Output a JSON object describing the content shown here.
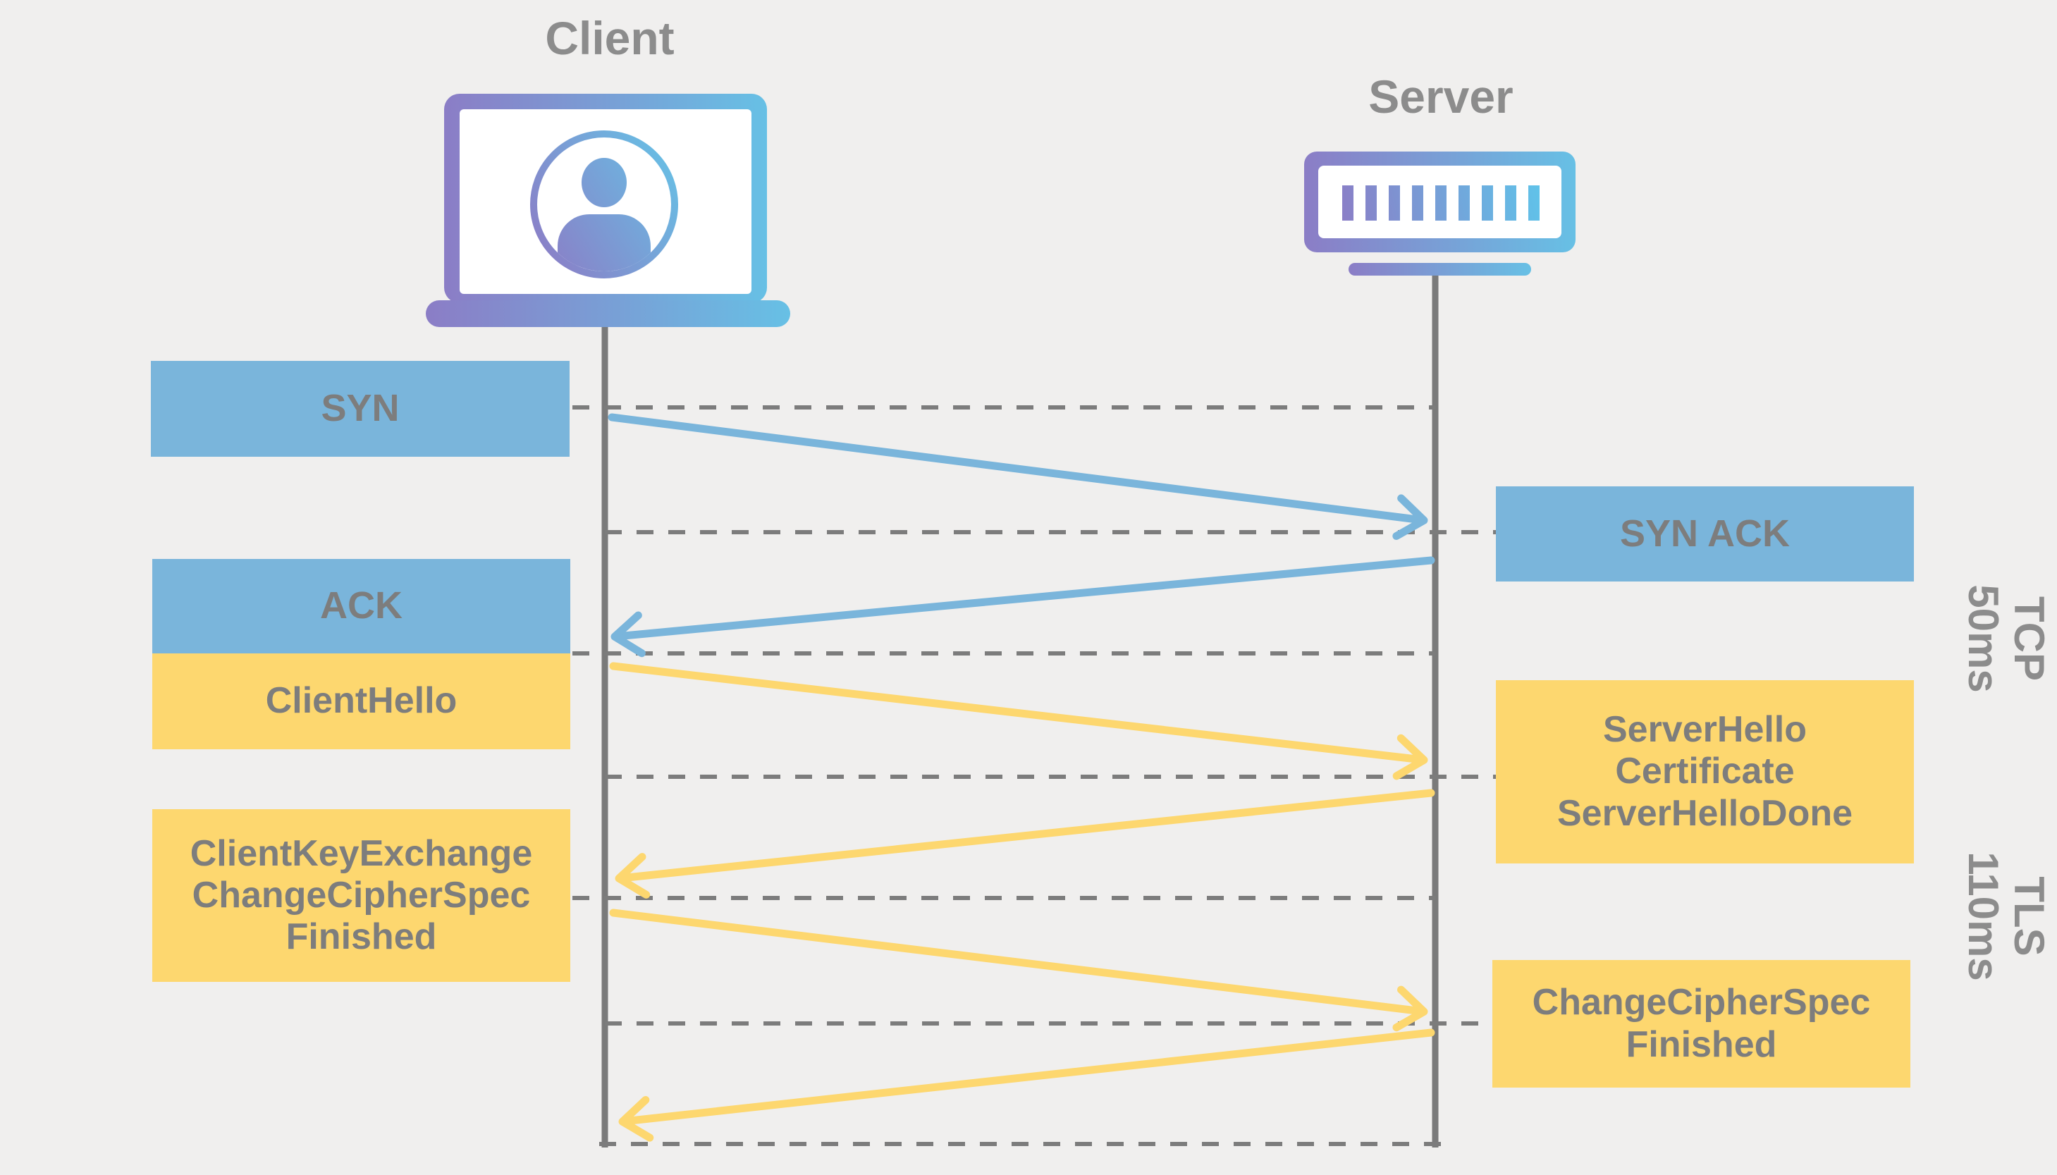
{
  "diagram": {
    "client": {
      "title": "Client",
      "icon": "laptop-user-icon"
    },
    "server": {
      "title": "Server",
      "icon": "server-icon"
    },
    "messages": [
      {
        "id": "syn",
        "type": "tcp",
        "from": "client",
        "to": "server",
        "label_lines": [
          "SYN"
        ]
      },
      {
        "id": "syn-ack",
        "type": "tcp",
        "from": "server",
        "to": "client",
        "label_lines": [
          "SYN ACK"
        ]
      },
      {
        "id": "ack",
        "type": "tcp",
        "from": "client",
        "to": "server",
        "label_lines": [
          "ACK"
        ]
      },
      {
        "id": "client-hello",
        "type": "tls",
        "from": "client",
        "to": "server",
        "label_lines": [
          "ClientHello"
        ]
      },
      {
        "id": "server-hello",
        "type": "tls",
        "from": "server",
        "to": "client",
        "label_lines": [
          "ServerHello",
          "Certificate",
          "ServerHelloDone"
        ]
      },
      {
        "id": "client-key-exchange",
        "type": "tls",
        "from": "client",
        "to": "server",
        "label_lines": [
          "ClientKeyExchange",
          "ChangeCipherSpec",
          "Finished"
        ]
      },
      {
        "id": "change-cipher-spec",
        "type": "tls",
        "from": "server",
        "to": "client",
        "label_lines": [
          "ChangeCipherSpec",
          "Finished"
        ]
      }
    ],
    "phases": [
      {
        "id": "tcp-phase",
        "lines": [
          "TCP",
          "50ms"
        ]
      },
      {
        "id": "tls-phase",
        "lines": [
          "TLS",
          "110ms"
        ]
      }
    ],
    "colors": {
      "background": "#F0EFEE",
      "tcp_blue": "#7AB5DB",
      "tls_yellow": "#FDD76F",
      "box_label_gray": "#7D7D7D",
      "heading_gray": "#8C8C8C",
      "line_gray": "#7A7A7A",
      "icon_gradient_purple": "#8B7DC6",
      "icon_gradient_blue": "#67C0E5"
    }
  }
}
